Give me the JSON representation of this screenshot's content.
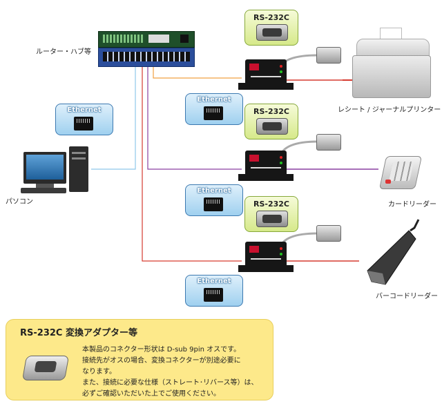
{
  "labels": {
    "router": "ルーター・ハブ等",
    "pc": "パソコン",
    "printer": "レシート / ジャーナルプリンター",
    "card_reader": "カードリーダー",
    "barcode_reader": "バーコードリーダー"
  },
  "bubbles": {
    "ethernet_pc": "Ethernet",
    "ethernet_1": "Ethernet",
    "ethernet_2": "Ethernet",
    "ethernet_3": "Ethernet",
    "rs232c_1": "RS-232C",
    "rs232c_2": "RS-232C",
    "rs232c_3": "RS-232C"
  },
  "info_box": {
    "title": "RS-232C 変換アダプター等",
    "line1": "本製品のコネクター形状は D-sub 9pin オスです。",
    "line2": "接続先がオスの場合、変換コネクターが別途必要に",
    "line3": "なります。",
    "line4": "また、接続に必要な仕様（ストレート･リバース等）は、",
    "line5": "必ずご確認いただいた上でご使用ください。"
  },
  "colors": {
    "line_orange": "#f0a040",
    "line_purple": "#8a3fa0",
    "line_red": "#d63a2f",
    "line_blue": "#8ec7ea",
    "info_bg": "#fde98a"
  }
}
